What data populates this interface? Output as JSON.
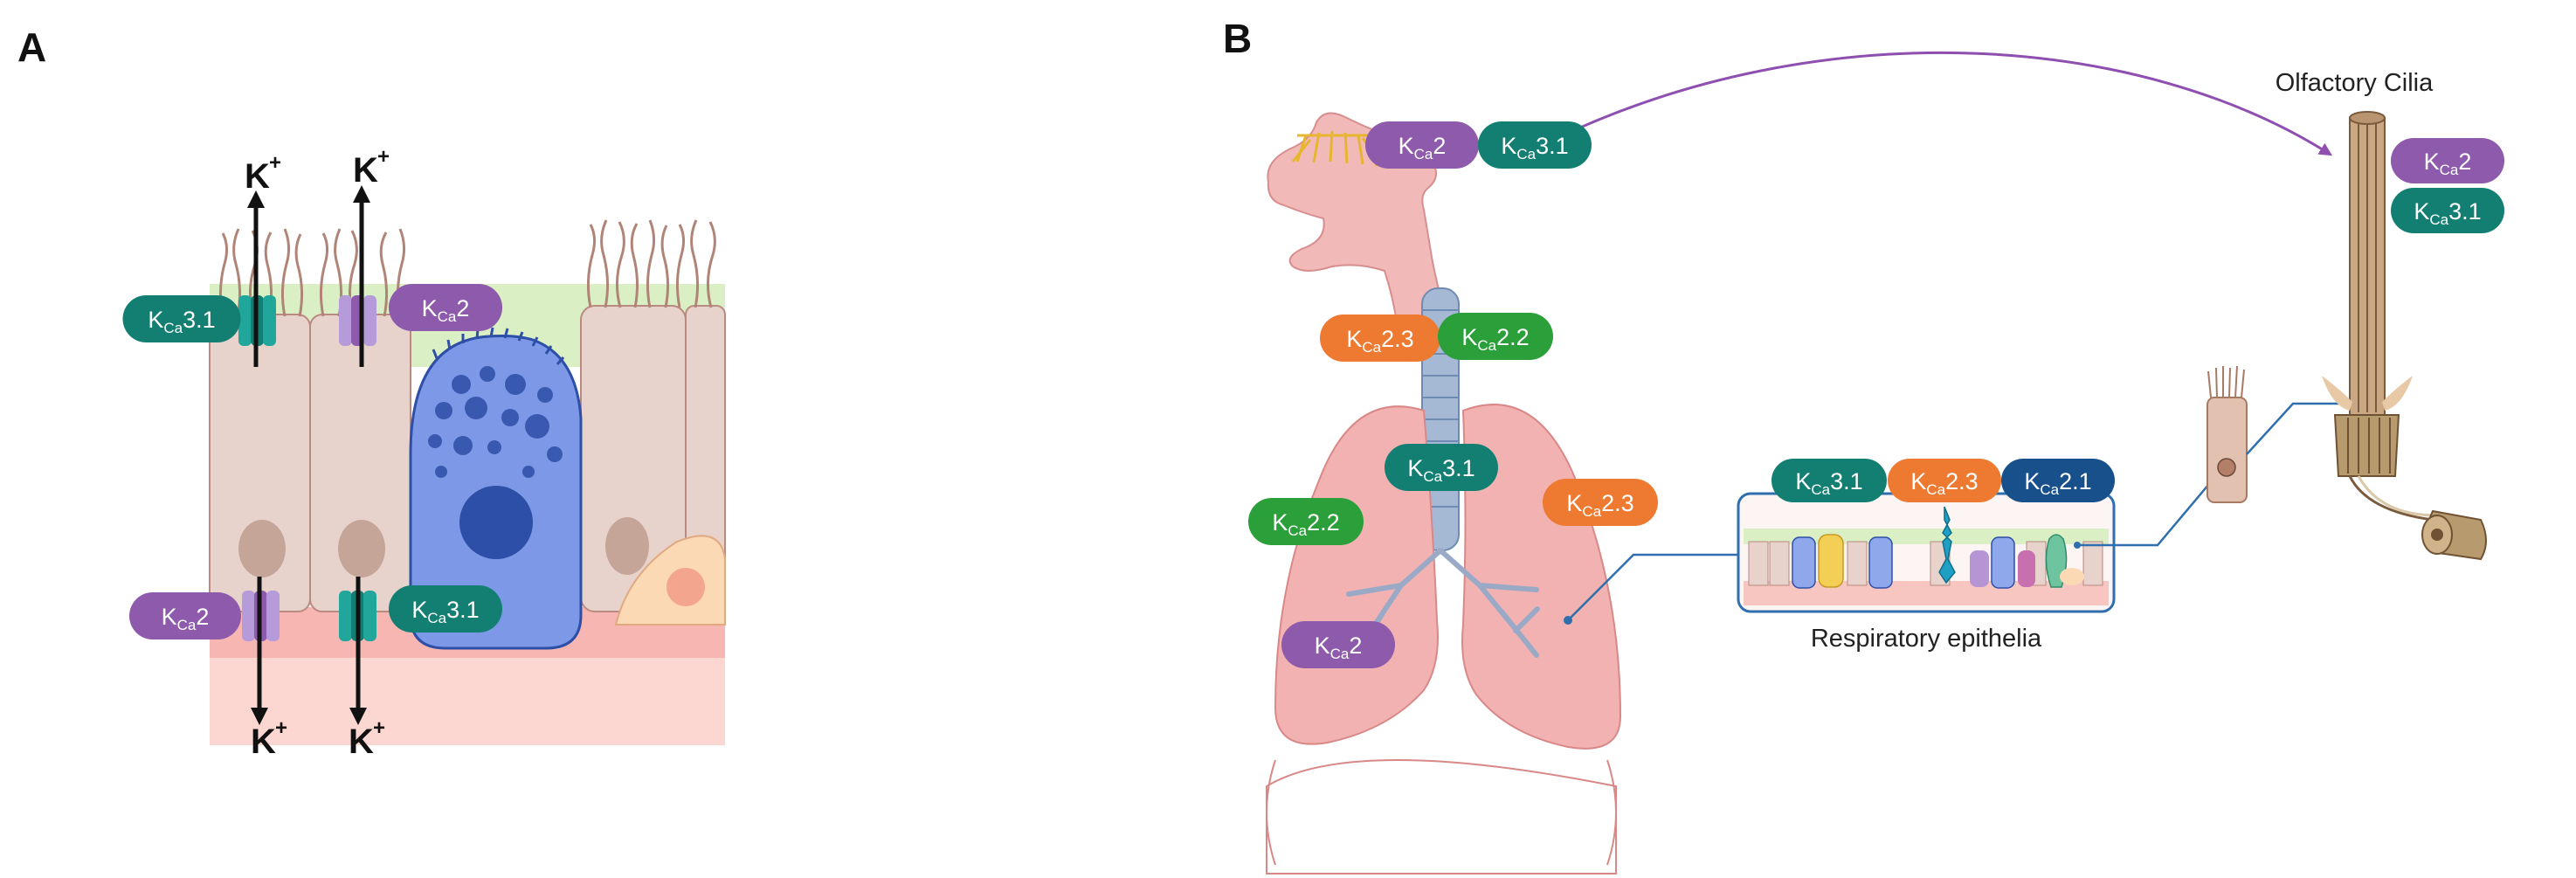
{
  "panels": {
    "a": "A",
    "b": "B"
  },
  "ions": {
    "k_main": "K",
    "k_charge": "+"
  },
  "channel_names": {
    "kca2": {
      "main": "K",
      "sub": "Ca",
      "suffix": "2"
    },
    "kca31": {
      "main": "K",
      "sub": "Ca",
      "suffix": "3.1"
    },
    "kca22": {
      "main": "K",
      "sub": "Ca",
      "suffix": "2.2"
    },
    "kca23": {
      "main": "K",
      "sub": "Ca",
      "suffix": "2.3"
    },
    "kca21": {
      "main": "K",
      "sub": "Ca",
      "suffix": "2.1"
    }
  },
  "labels": {
    "olfactory_cilia": "Olfactory Cilia",
    "respiratory_epithelia": "Respiratory epithelia"
  },
  "colors": {
    "kca2": "#8e5aab",
    "kca31": "#137f73",
    "kca22": "#2ba03a",
    "kca23": "#ee7a31",
    "kca21": "#17508a",
    "arrow": "#8e4fb0",
    "connector": "#2f6fad"
  }
}
